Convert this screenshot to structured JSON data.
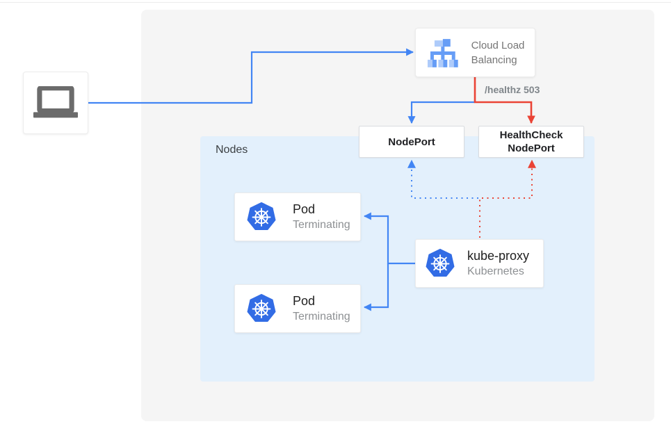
{
  "colors": {
    "accent_blue": "#4285f4",
    "accent_red": "#ea4335",
    "k8s_blue": "#326ce5",
    "icon_blue_light": "#aecbfa",
    "icon_blue_medium": "#669df6",
    "nodes_bg": "#e3f0fc",
    "panel_bg": "#f5f5f5",
    "text_dark": "#202124",
    "text_gray": "#80868b",
    "laptop_gray": "#6b6b6b"
  },
  "load_balancer": {
    "label": "Cloud Load Balancing"
  },
  "health_label": "/healthz 503",
  "nodeport": {
    "label": "NodePort"
  },
  "healthcheck_nodeport": {
    "label": "HealthCheck NodePort"
  },
  "nodes_container": {
    "label": "Nodes"
  },
  "pods": [
    {
      "title": "Pod",
      "subtitle": "Terminating"
    },
    {
      "title": "Pod",
      "subtitle": "Terminating"
    }
  ],
  "kube_proxy": {
    "title": "kube-proxy",
    "subtitle": "Kubernetes"
  },
  "icons": {
    "client": "laptop-icon",
    "load_balancer": "load-balancer-icon",
    "kubernetes": "kubernetes-helm-icon"
  }
}
